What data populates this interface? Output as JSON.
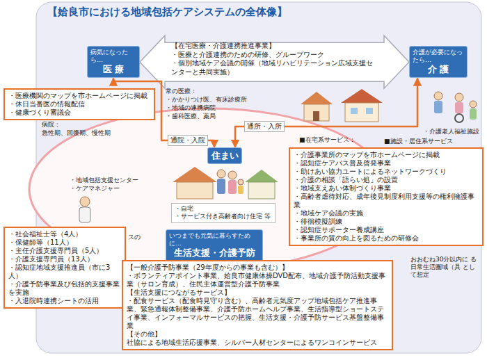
{
  "diagram": {
    "title": "【姶良市における地域包括ケアシステムの全体像】",
    "nodes": [
      {
        "text": [
          "病気になったら…",
          "医 療"
        ]
      },
      {
        "text": [
          "【在宅医療・介護連携推進事業】",
          "・医療と介護連携のための研修、グループワーク",
          "・個別地域ケア会議の開催（地域リハビリテーション広域支援センターと共同実施）"
        ]
      },
      {
        "text": [
          "介護が必要になったら…",
          "介 護"
        ]
      },
      {
        "text": [
          "・医療機関のマップを市ホームページに掲載",
          "・休日当番医の情報配信",
          "・健康づくり審議会"
        ]
      },
      {
        "text": [
          "住まい"
        ]
      },
      {
        "text": [
          "・自宅",
          "・サービス付き高齢者向け住宅 等"
        ]
      },
      {
        "text": [
          "・介護事業所のマップを市ホームページに掲載",
          "・認知症ケアパス普及啓発事業",
          "・助けあい協力ユートによるネットワークづくり",
          "・介護の相談「語らい処」の設置",
          "・地域支えあい体制づくり事業",
          "・高齢者虐待対応、成年後見制度利用支援等の権利擁護事業",
          "・地域ケア会議の実施",
          "・徘徊模擬訓練",
          "・認知症サポーター養成講座",
          "・事業所の質の向上を図るための研修会"
        ]
      },
      {
        "text": [
          "・社会福祉士等（4人）",
          "・保健師等（11人）",
          "・主任介護支援専門員（5人）",
          "・介護支援専門員（13人）",
          "・認知症地域支援推進員（市に3人）",
          "・介護予防事業及び包括的支援事業を実施",
          "・入退院時連携シートの活用"
        ]
      },
      {
        "text": [
          "いつまでも元気に暮らすために…",
          "生活支援・介護予防"
        ]
      },
      {
        "text": [
          "【一般介護予防事業（29年度からの事業も含む）】",
          "・ボランティアポイント事業、姶良市健康体操DVD配布、地域介護予防活動支援事業（サロン育成）、住民主体運営型介護予防事業",
          "【生活支援につながるサービス】",
          "・配食サービス（配食時見守り含む）、高齢者元気度アップ地域包括ケア推進事業、緊急通報体制整備事業、介護予防ホームヘルプ事業、生活指導型ショートステイ事業、インフォーマルサービスの把握、生活支援・介護予防サービス基盤整備事業",
          "【その他】",
          "社協による地域生活応援事業、シルバー人材センターによるワンコインサービス"
        ]
      }
    ],
    "edges": [
      {
        "from": 0,
        "to": 2,
        "arrow": "both"
      },
      {
        "from": 4,
        "to": 0,
        "label": "通院・入院",
        "arrow": "both"
      },
      {
        "from": 4,
        "to": 2,
        "label": "通所・入所",
        "arrow": "both"
      }
    ],
    "labels": [
      "常の医療：",
      "・かかりつけ医、有床診療所",
      "・地域の連携病院",
      "・歯科医療、薬局",
      "病院：",
      "急性期、回復期、慢性期",
      "■在宅系サービス：",
      "■施設・居住系サービス",
      "・介護老人福祉施設",
      "・地域包括支援センター",
      "・ケアマネジャー",
      "スの",
      "おおむね30分以内に る日常生活圏域（具 として想定"
    ]
  }
}
